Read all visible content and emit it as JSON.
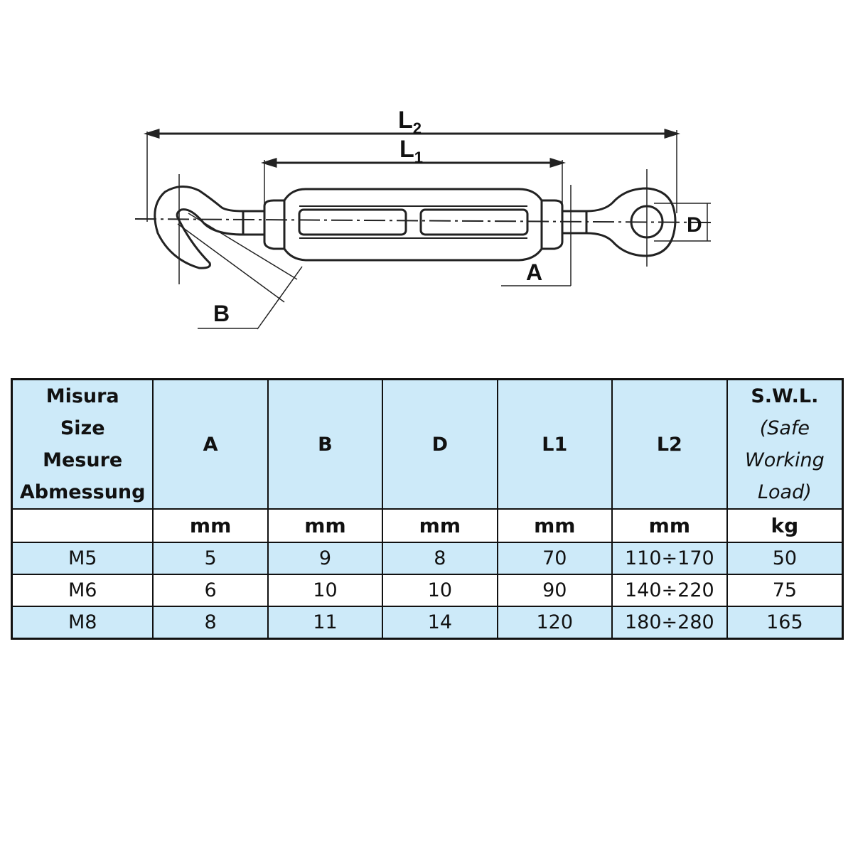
{
  "drawing": {
    "labels": {
      "L2": "L",
      "L2_sub": "2",
      "L1": "L",
      "L1_sub": "1",
      "A": "A",
      "B": "B",
      "D": "D"
    }
  },
  "table": {
    "header": {
      "size_lines": [
        "Misura",
        "Size",
        "Mesure",
        "Abmessung"
      ],
      "columns": [
        "A",
        "B",
        "D",
        "L1",
        "L2"
      ],
      "swl_lines": [
        "S.W.L.",
        "(Safe",
        "Working",
        "Load)"
      ]
    },
    "units": [
      "",
      "mm",
      "mm",
      "mm",
      "mm",
      "mm",
      "kg"
    ],
    "rows": [
      [
        "M5",
        "5",
        "9",
        "8",
        "70",
        "110÷170",
        "50"
      ],
      [
        "M6",
        "6",
        "10",
        "10",
        "90",
        "140÷220",
        "75"
      ],
      [
        "M8",
        "8",
        "11",
        "14",
        "120",
        "180÷280",
        "165"
      ]
    ]
  },
  "colors": {
    "header_bg": "#cdeaf9",
    "border": "#111111"
  }
}
